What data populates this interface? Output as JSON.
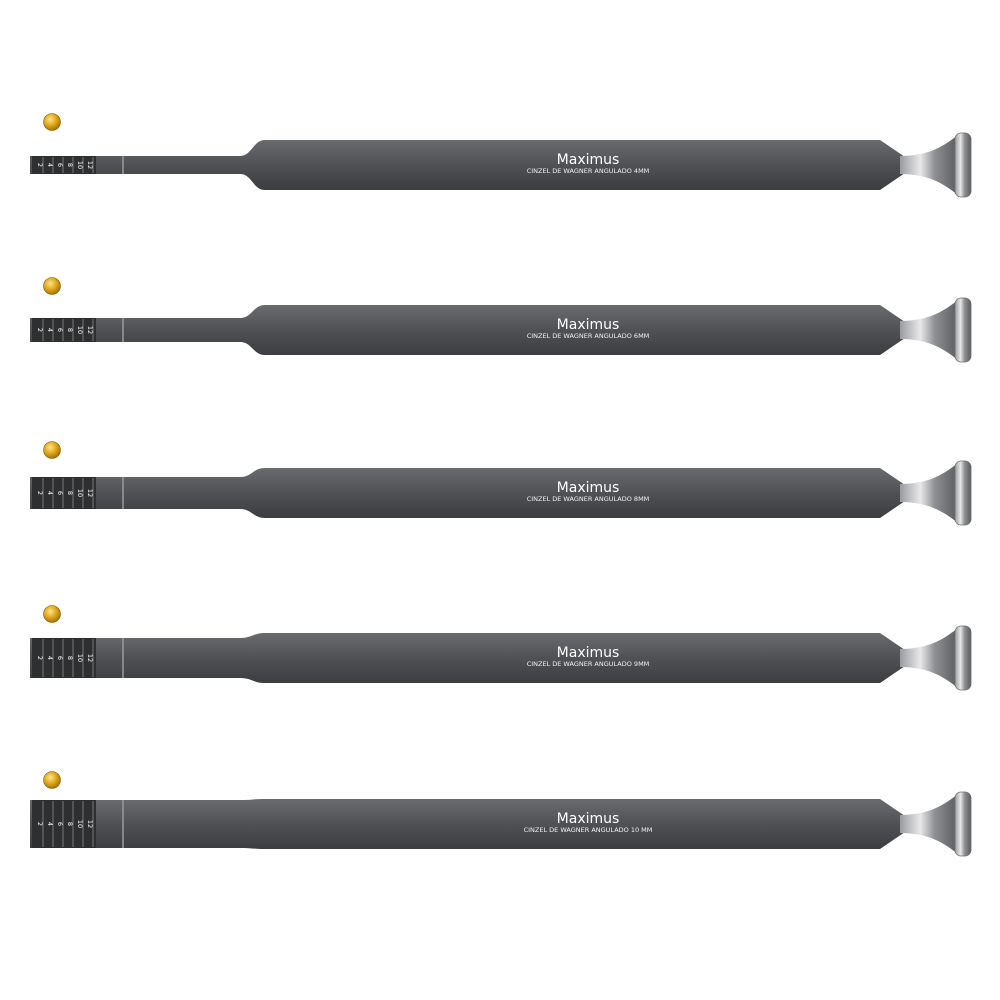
{
  "brand_color": "#ffffff",
  "dot_color": "#d4a01c",
  "steel_dark": "#3f4042",
  "steel_mid": "#5b5c5f",
  "instruments": [
    {
      "brand": "Maximus",
      "model": "CINZEL DE WAGNER ANGULADO 4MM",
      "scale": [
        "2",
        "4",
        "6",
        "8",
        "10",
        "12"
      ],
      "blade_width_mm": 4
    },
    {
      "brand": "Maximus",
      "model": "CINZEL DE WAGNER ANGULADO 6MM",
      "scale": [
        "2",
        "4",
        "6",
        "8",
        "10",
        "12"
      ],
      "blade_width_mm": 6
    },
    {
      "brand": "Maximus",
      "model": "CINZEL DE WAGNER ANGULADO 8MM",
      "scale": [
        "2",
        "4",
        "6",
        "8",
        "10",
        "12"
      ],
      "blade_width_mm": 8
    },
    {
      "brand": "Maximus",
      "model": "CINZEL DE WAGNER ANGULADO 9MM",
      "scale": [
        "2",
        "4",
        "6",
        "8",
        "10",
        "12"
      ],
      "blade_width_mm": 9
    },
    {
      "brand": "Maximus",
      "model": "CINZEL DE WAGNER ANGULADO 10 MM",
      "scale": [
        "2",
        "4",
        "6",
        "8",
        "10",
        "12"
      ],
      "blade_width_mm": 10
    }
  ]
}
